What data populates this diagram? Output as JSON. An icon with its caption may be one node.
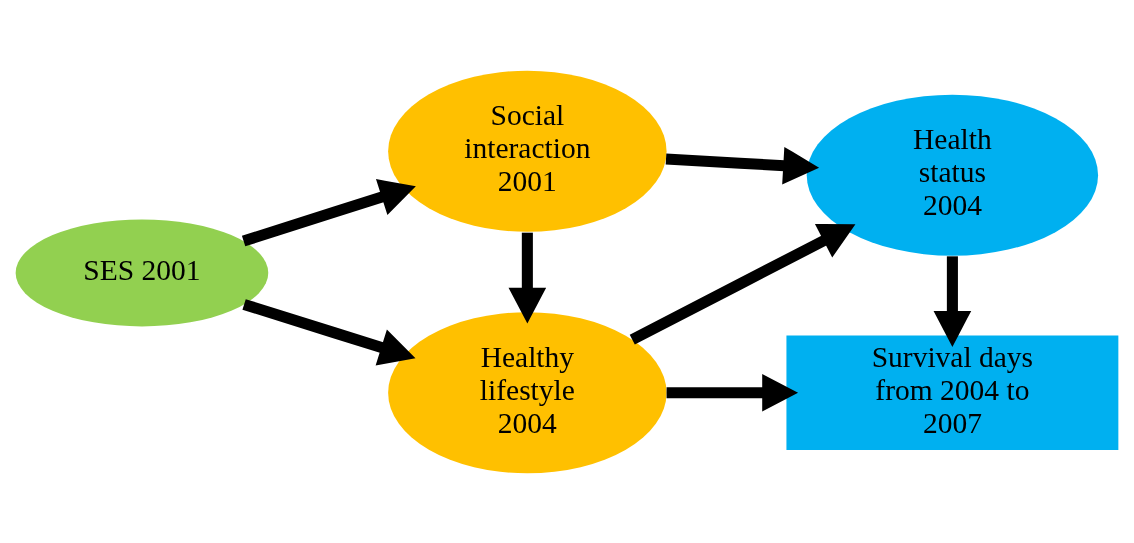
{
  "diagram": {
    "nodes": [
      {
        "text": [
          "SES 2001"
        ]
      },
      {
        "text": [
          "Social interaction 2001"
        ]
      },
      {
        "text": [
          "Healthy lifestyle 2004"
        ]
      },
      {
        "text": [
          "Health status 2004"
        ]
      },
      {
        "text": [
          "Survival days from 2004 to 2007"
        ]
      }
    ],
    "edges": [
      {
        "from": 0,
        "to": 1,
        "arrow": "to"
      },
      {
        "from": 0,
        "to": 2,
        "arrow": "to"
      },
      {
        "from": 1,
        "to": 2,
        "arrow": "to"
      },
      {
        "from": 1,
        "to": 3,
        "arrow": "to"
      },
      {
        "from": 2,
        "to": 3,
        "arrow": "to"
      },
      {
        "from": 2,
        "to": 4,
        "arrow": "to"
      },
      {
        "from": 3,
        "to": 4,
        "arrow": "to"
      }
    ]
  }
}
